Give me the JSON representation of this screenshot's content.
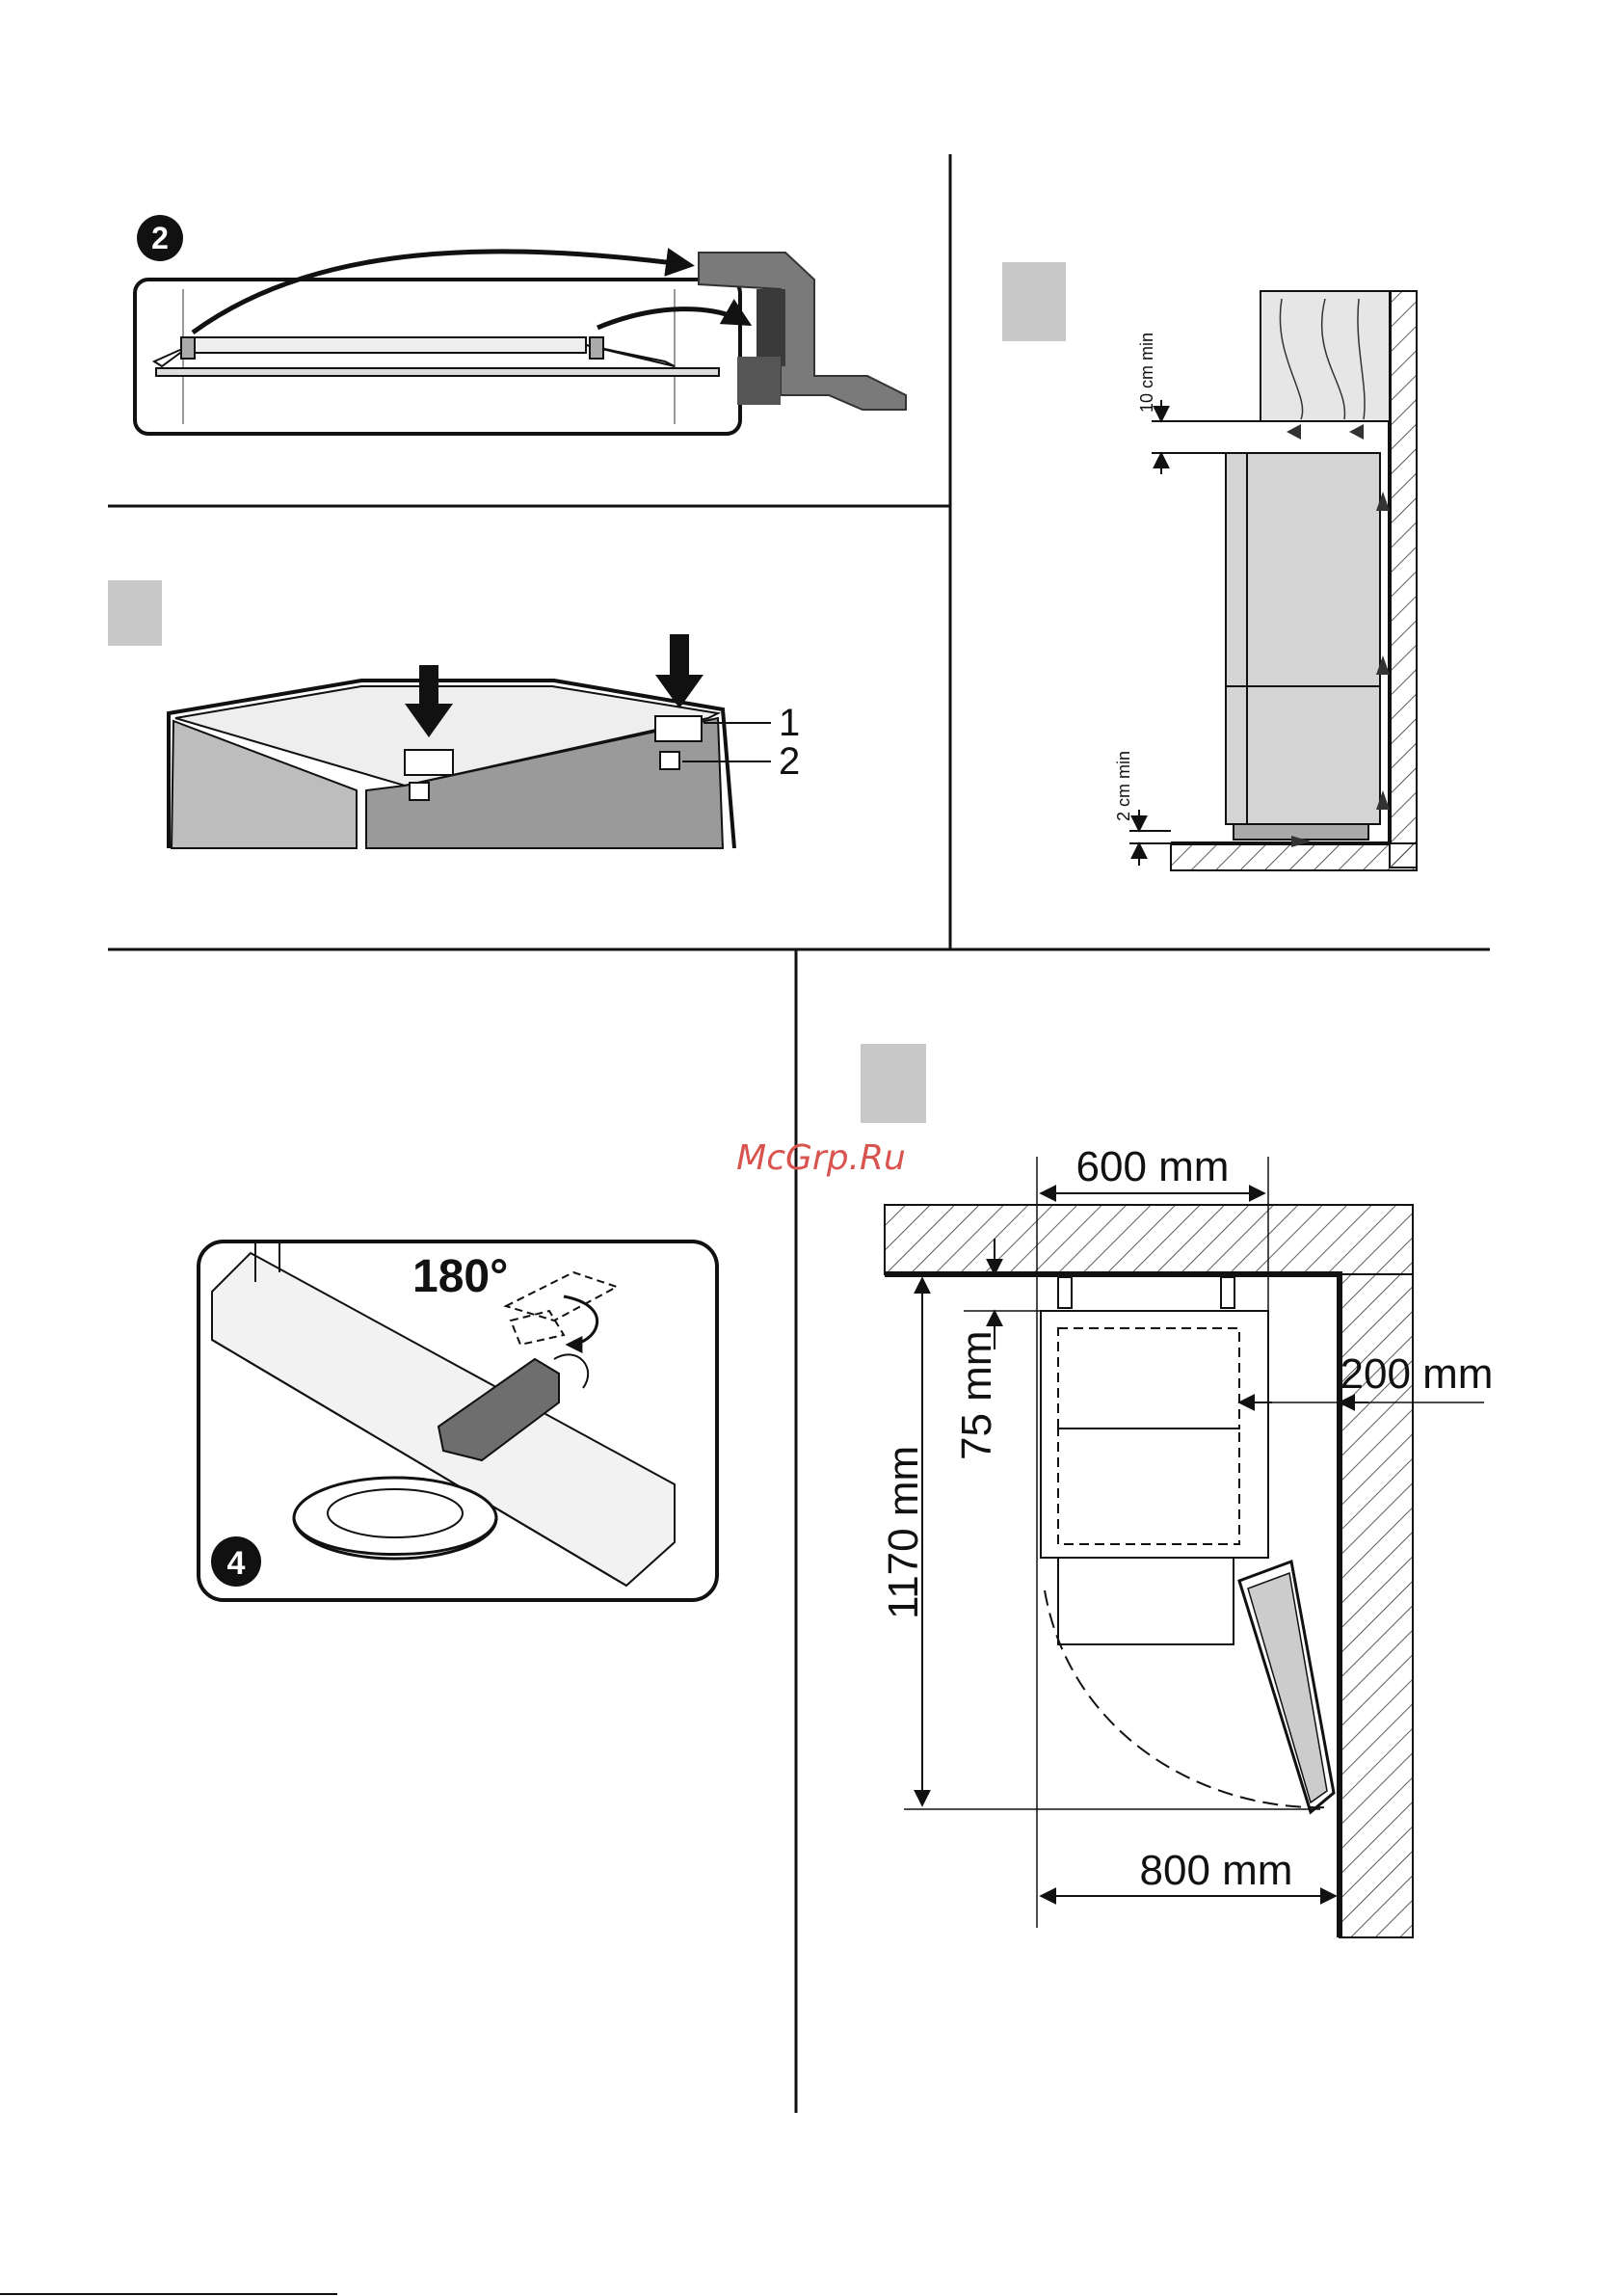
{
  "watermark": "McGrp.Ru",
  "panels": {
    "step2": {
      "badge": "2"
    },
    "spacers": {
      "callout_1": "1",
      "callout_2": "2"
    },
    "clearance_side": {
      "top_gap": "10 cm min",
      "bottom_gap": "2 cm min"
    },
    "drain": {
      "badge": "4",
      "rotation": "180°"
    },
    "floor_plan": {
      "width": "600 mm",
      "back_gap": "75 mm",
      "side_gap": "200 mm",
      "depth_with_door": "1170 mm",
      "width_with_door": "800 mm"
    }
  },
  "colors": {
    "line": "#111111",
    "panel_fill": "#c8c8c8",
    "fridge_fill": "#d4d4d4",
    "wall_fill": "#ffffff",
    "watermark": "#d9534f"
  }
}
